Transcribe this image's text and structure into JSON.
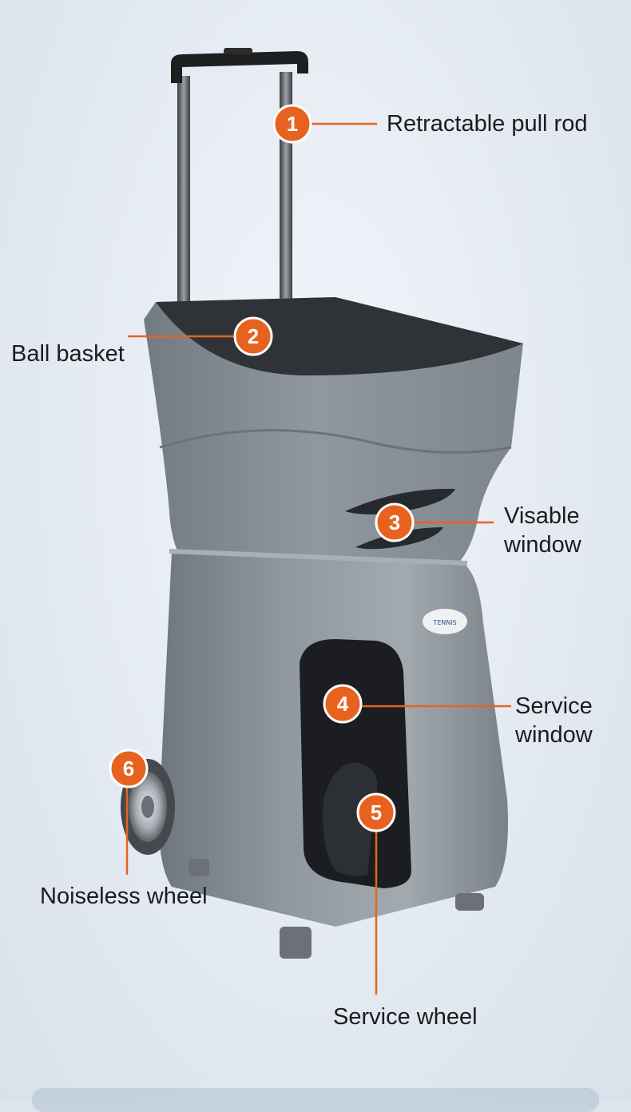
{
  "product": {
    "brand_badge": "TENNIS",
    "callouts": [
      {
        "number": "1",
        "label": "Retractable pull rod"
      },
      {
        "number": "2",
        "label": "Ball basket"
      },
      {
        "number": "3",
        "label_line1": "Visable",
        "label_line2": "window"
      },
      {
        "number": "4",
        "label_line1": "Service",
        "label_line2": "window"
      },
      {
        "number": "5",
        "label": "Service wheel"
      },
      {
        "number": "6",
        "label": "Noiseless wheel"
      }
    ]
  },
  "colors": {
    "badge": "#e8621f",
    "line": "#e8621f",
    "body": "#8a9299"
  }
}
